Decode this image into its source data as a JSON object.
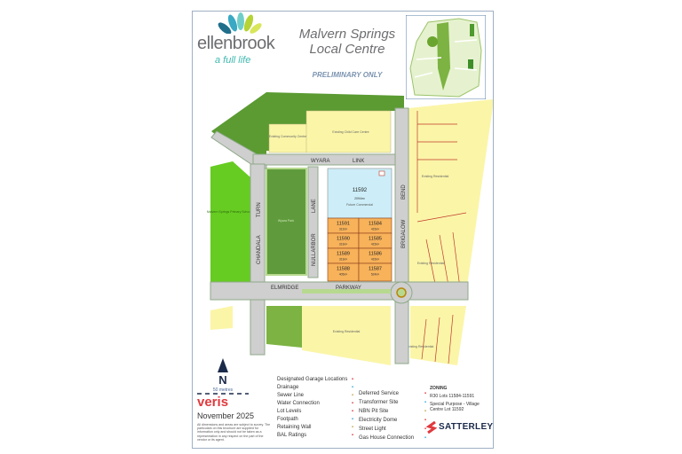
{
  "header": {
    "logo_word": "ellenbrook",
    "logo_tagline": "a full life",
    "title_line1": "Malvern Springs",
    "title_line2": "Local Centre",
    "subtitle": "PRELIMINARY ONLY"
  },
  "map": {
    "roads": [
      "WYARA",
      "LINK",
      "CHANDALA",
      "TURN",
      "NULLARBOR",
      "LANE",
      "BRIGALOW",
      "BEND",
      "ELMRIDGE",
      "PARKWAY"
    ],
    "areas": {
      "community_centre": "Existing Community Centre",
      "childcare": "Existing Child Care Centre",
      "school": "Malvern Springs Primary School",
      "park": "Wyara Park",
      "residential": "Existing Residential"
    },
    "commercial_lot": {
      "number": "11592",
      "area": "2094m²",
      "use": "Future Commercial"
    },
    "lots": [
      {
        "number": "11591",
        "area": "312m²"
      },
      {
        "number": "11590",
        "area": "313m²"
      },
      {
        "number": "11589",
        "area": "313m²"
      },
      {
        "number": "11588",
        "area": "405m²"
      },
      {
        "number": "11584",
        "area": "415m²"
      },
      {
        "number": "11585",
        "area": "415m²"
      },
      {
        "number": "11586",
        "area": "415m²"
      },
      {
        "number": "11587",
        "area": "524m²"
      }
    ]
  },
  "north": {
    "label": "N",
    "scale": "50 metres"
  },
  "brand": {
    "name": "veris",
    "date": "November 2025",
    "disclaimer": "All dimensions and areas are subject to survey. The particulars on this brochure are supplied for information only and should not be taken as a representation in any respect on the part of the vendor or its agent."
  },
  "legend_left": [
    "Designated Garage Locations",
    "Drainage",
    "Sewer Line",
    "Water Connection",
    "Lot Levels",
    "Footpath",
    "Retaining Wall",
    "BAL Ratings"
  ],
  "legend_right": [
    "Deferred Service",
    "Transformer Site",
    "NBN Pit Site",
    "Electricity Dome",
    "Street Light",
    "Gas House Connection"
  ],
  "zoning": {
    "heading": "ZONING",
    "r30": "R30  Lots 11584-11591",
    "special": "Special Purpose - Village Centre Lot 11592"
  },
  "developer": "SATTERLEY",
  "colors": {
    "lot_orange": "#f7b25a",
    "commercial_blue": "#cdeef8",
    "residential_yellow": "#fbf5a8",
    "park_green": "#5f9b3c",
    "school_green": "#66cc22",
    "road_gray": "#c8c8c8",
    "brand_red": "#e03a3e"
  }
}
